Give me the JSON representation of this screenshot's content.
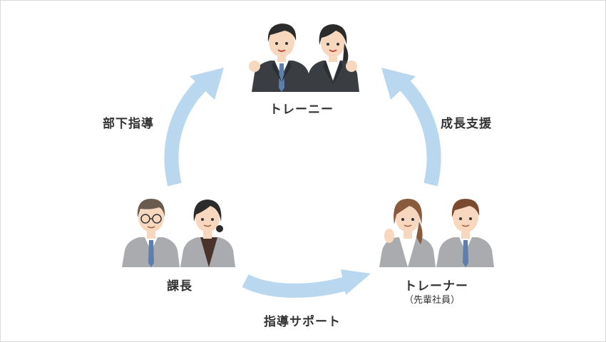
{
  "nodes": {
    "trainee": {
      "label": "トレーニー"
    },
    "manager": {
      "label": "課長"
    },
    "trainer": {
      "label": "トレーナー",
      "sublabel": "（先輩社員）"
    }
  },
  "edges": {
    "manager_to_trainee": {
      "label": "部下指導"
    },
    "trainer_to_trainee": {
      "label": "成長支援"
    },
    "manager_to_trainer": {
      "label": "指導サポート"
    }
  },
  "colors": {
    "arrow": "#b9d8ef",
    "suit_dark": "#3a3d42",
    "suit_gray": "#a9abae",
    "tie": "#5d7fae",
    "text": "#333333"
  }
}
